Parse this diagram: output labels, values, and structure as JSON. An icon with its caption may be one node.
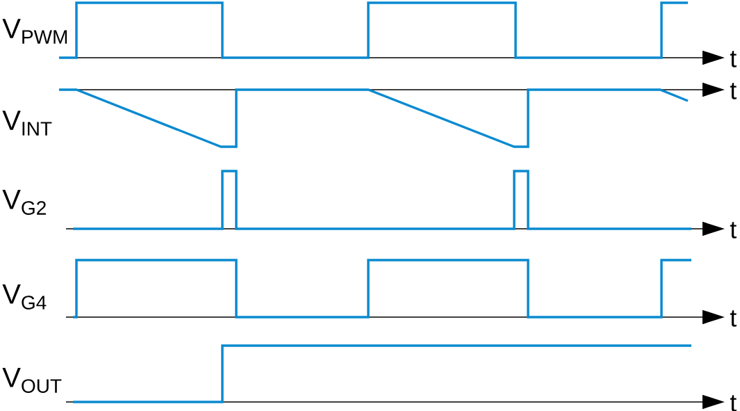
{
  "diagram": {
    "labels": [
      "V$_{PWM}$",
      "t",
      "t",
      "V$_{INT}$",
      "V$_{G2}$",
      "t",
      "V$_{G4}$",
      "t",
      "V$_{OUT}$",
      "t"
    ]
  }
}
